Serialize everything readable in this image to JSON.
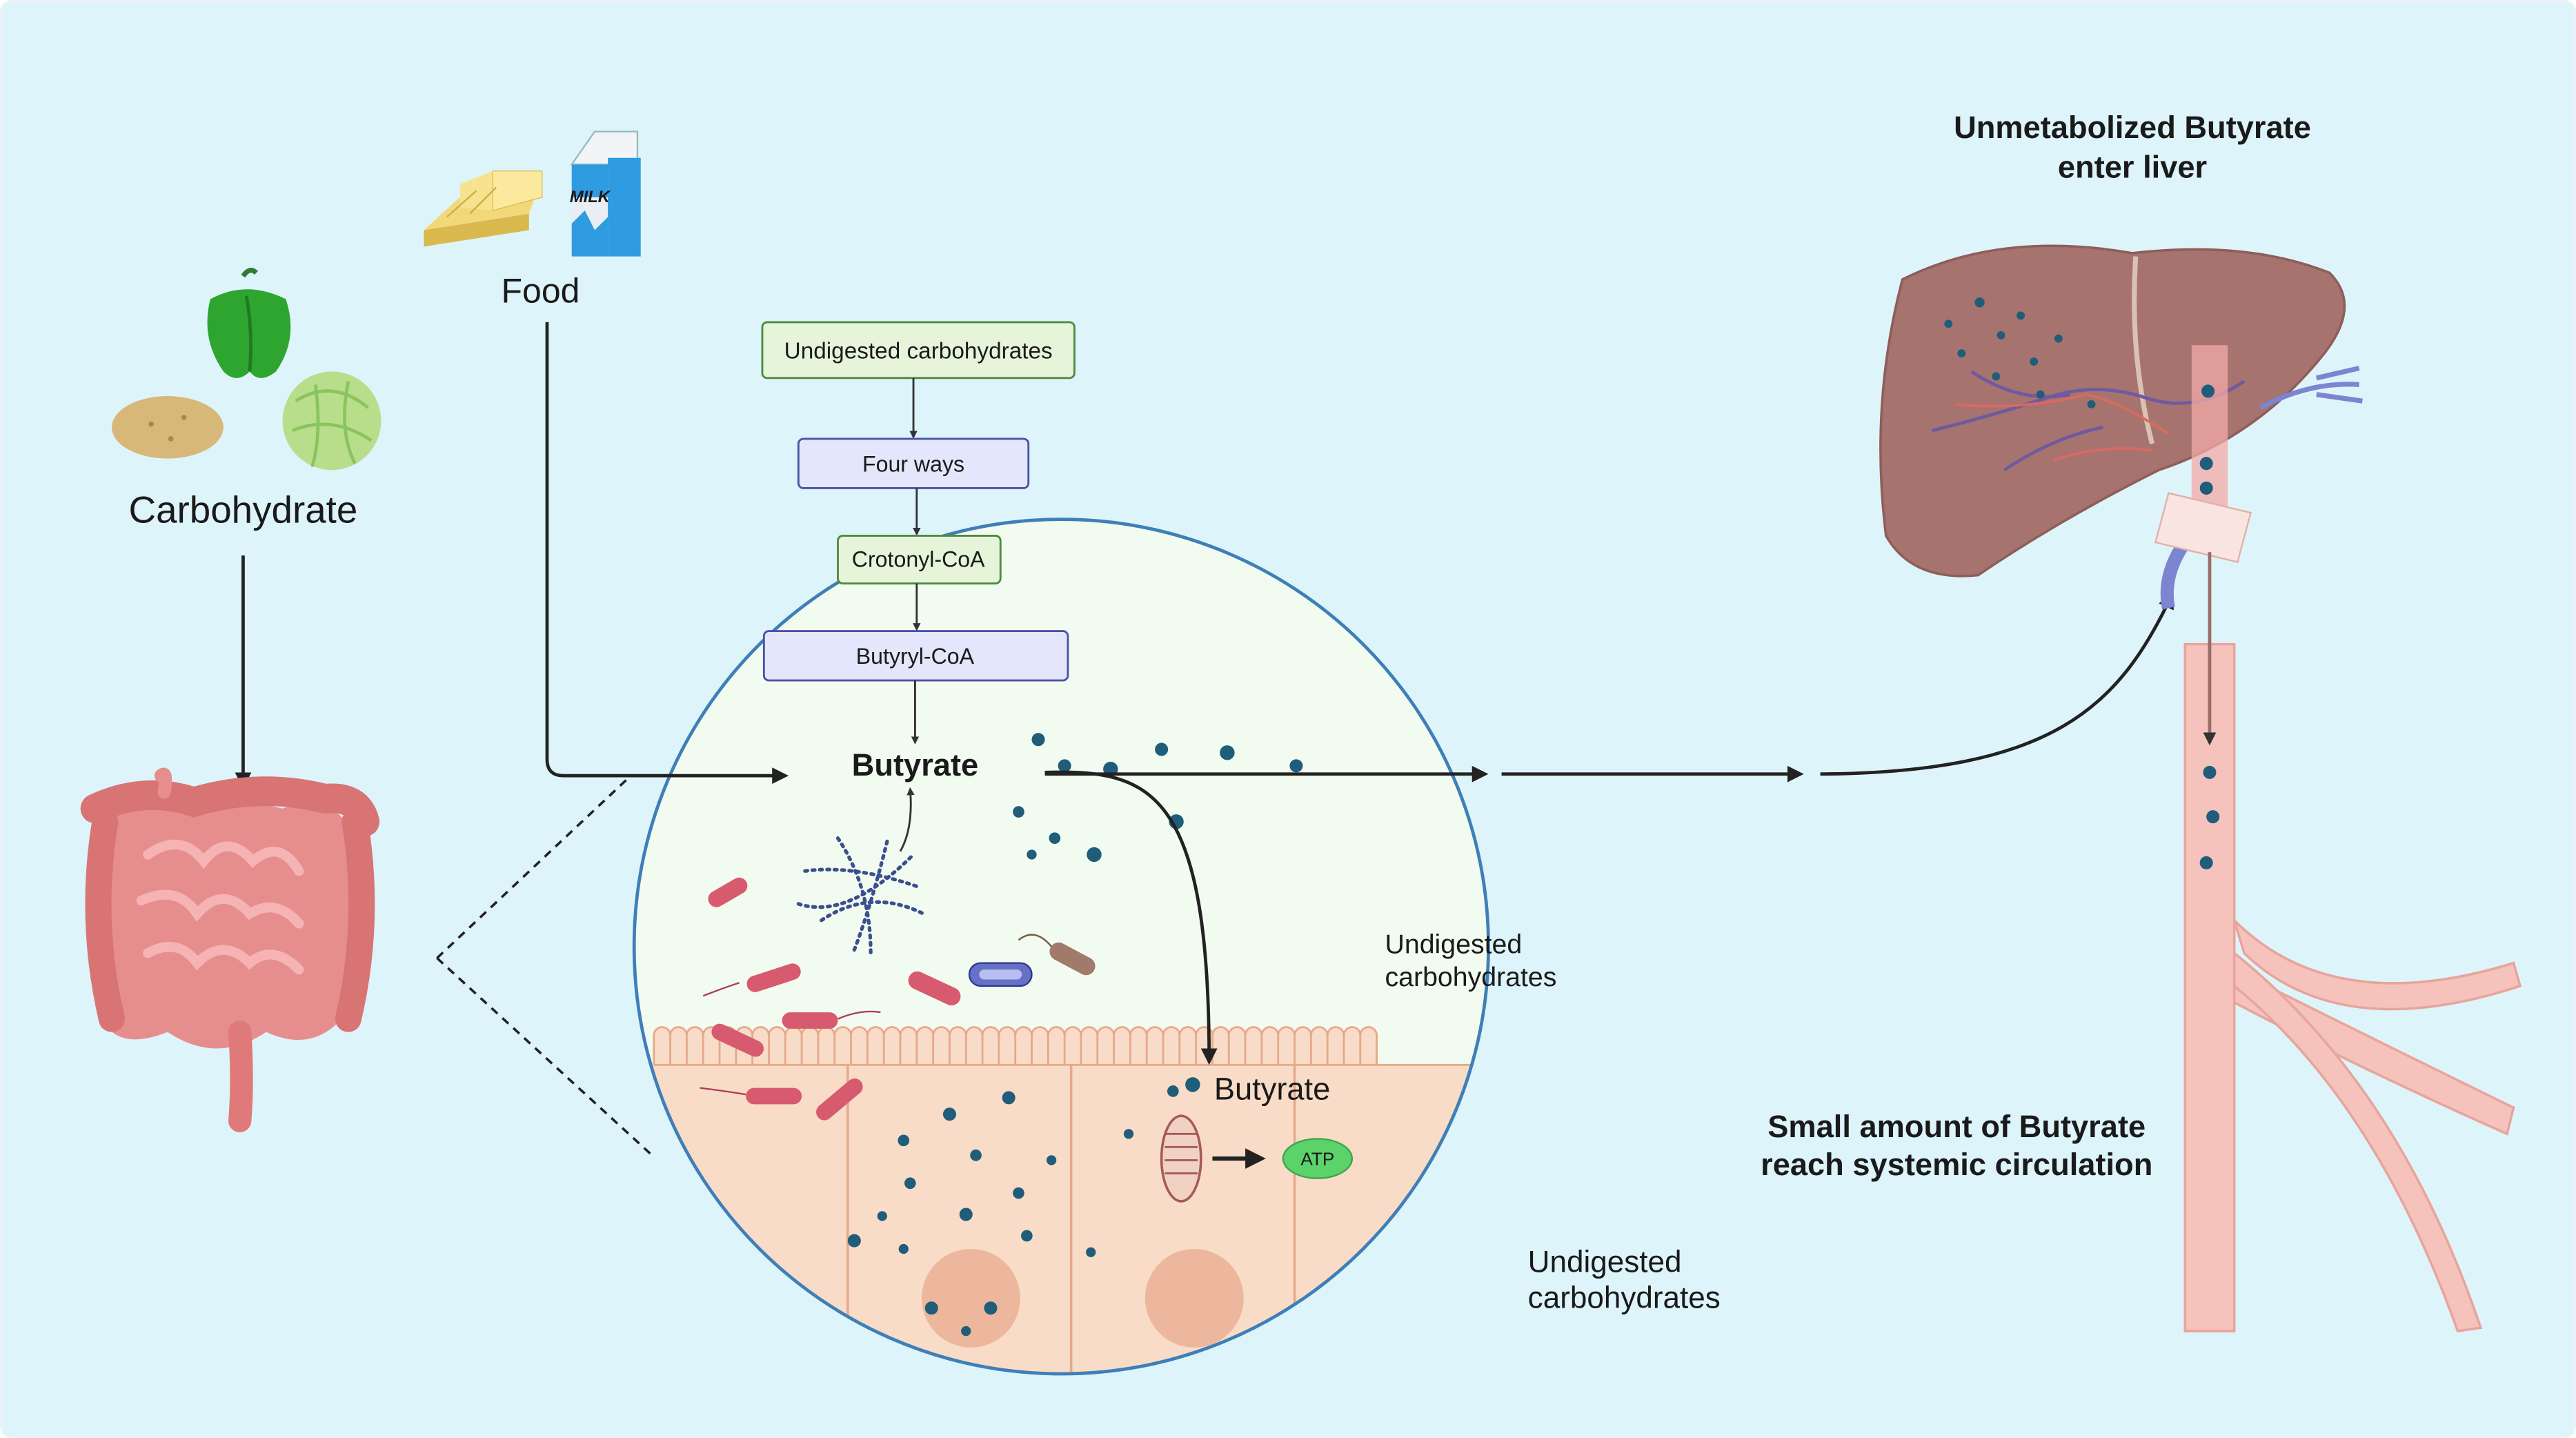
{
  "colors": {
    "background": "#def4fb",
    "arrow": "#222222",
    "box_green": "#e6f5da",
    "box_green_border": "#4f8a3f",
    "box_purple": "#e4e6fb",
    "box_purple_border": "#4a52a8",
    "circle_border": "#3f7fb8",
    "butyrate_dot": "#1f5d7a",
    "tissue": "#f6d6c2",
    "atp": "#5cd26a"
  },
  "labels": {
    "food": "Food",
    "carbohydrate": "Carbohydrate",
    "butyrate_main": "Butyrate",
    "butyrate_cell": "Butyrate",
    "undigested_lumen": "Undigested\ncarbohydrates",
    "undigested_bottom": "Undigested\ncarbohydrates",
    "liver_title": "Unmetabolized Butyrate\nenter liver",
    "systemic": "Small amount of Butyrate\nreach systemic circulation",
    "atp": "ATP",
    "milk": "MILK"
  },
  "pathway": [
    "Undigested carbohydrates",
    "Four ways",
    "Crotonyl-CoA",
    "Butyryl-CoA"
  ],
  "icons": [
    "pepper-icon",
    "potato-icon",
    "cabbage-icon",
    "butter-icon",
    "milk-carton-icon",
    "intestine-icon",
    "bacteria-icon",
    "fiber-polymer-icon",
    "mitochondrion-icon",
    "liver-icon",
    "blood-vessel-icon"
  ]
}
